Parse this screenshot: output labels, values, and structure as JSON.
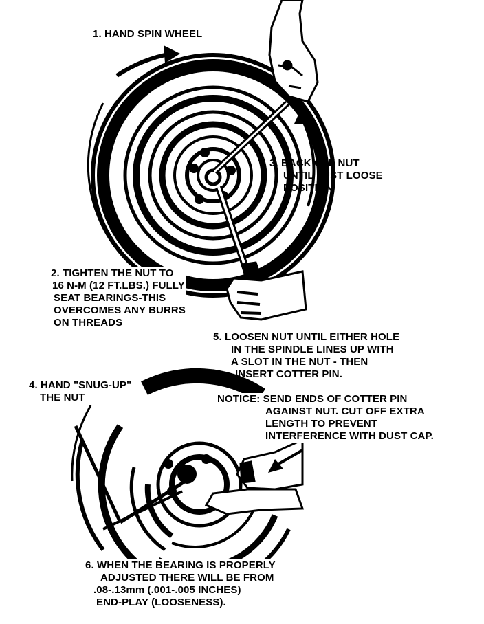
{
  "step1": {
    "text": "1. HAND SPIN WHEEL"
  },
  "step2": {
    "lines": [
      "2. TIGHTEN THE NUT TO",
      "16 N-M (12 FT.LBS.) FULLY",
      "SEAT BEARINGS-THIS",
      "OVERCOMES ANY BURRS",
      "ON THREADS"
    ]
  },
  "step3": {
    "lines": [
      "3. BACK OFF NUT",
      "UNTIL JUST LOOSE",
      "POSITION"
    ]
  },
  "step4": {
    "lines": [
      "4. HAND \"SNUG-UP\"",
      "THE NUT"
    ]
  },
  "step5": {
    "lines": [
      "5. LOOSEN NUT UNTIL  EITHER HOLE",
      "IN THE  SPINDLE LINES UP WITH",
      "A SLOT IN THE NUT -  THEN",
      "INSERT COTTER PIN."
    ]
  },
  "notice": {
    "lines": [
      "NOTICE:  SEND ENDS OF COTTER PIN",
      "AGAINST NUT. CUT OFF EXTRA",
      "LENGTH TO PREVENT",
      "INTERFERENCE WITH DUST CAP."
    ]
  },
  "step6": {
    "lines": [
      "6.  WHEN THE BEARING IS PROPERLY",
      "ADJUSTED THERE WILL BE FROM",
      ".08-.13mm (.001-.005 INCHES)",
      "END-PLAY (LOOSENESS)."
    ]
  },
  "colors": {
    "ink": "#000000",
    "paper": "#ffffff"
  }
}
